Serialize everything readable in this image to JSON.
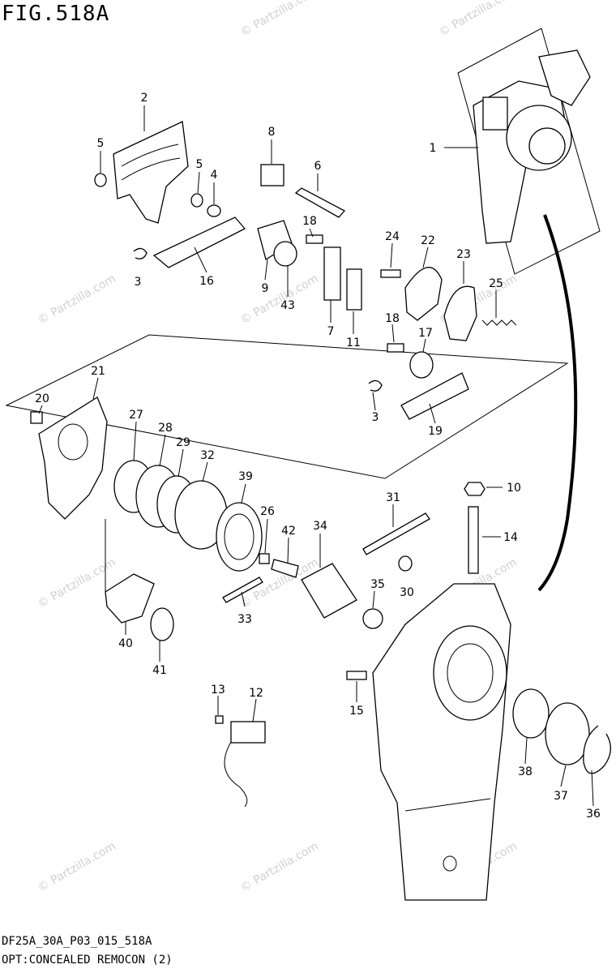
{
  "figure": {
    "title": "FIG.518A",
    "footer_code": "DF25A_30A_P03_015_518A",
    "footer_desc": "OPT:CONCEALED REMOCON (2)"
  },
  "watermark": "© Partzilla.com",
  "callouts": [
    {
      "id": "1",
      "label": "1"
    },
    {
      "id": "2",
      "label": "2"
    },
    {
      "id": "3a",
      "label": "3"
    },
    {
      "id": "3b",
      "label": "3"
    },
    {
      "id": "4",
      "label": "4"
    },
    {
      "id": "5a",
      "label": "5"
    },
    {
      "id": "5b",
      "label": "5"
    },
    {
      "id": "6",
      "label": "6"
    },
    {
      "id": "7",
      "label": "7"
    },
    {
      "id": "8",
      "label": "8"
    },
    {
      "id": "9",
      "label": "9"
    },
    {
      "id": "10",
      "label": "10"
    },
    {
      "id": "11",
      "label": "11"
    },
    {
      "id": "12",
      "label": "12"
    },
    {
      "id": "13",
      "label": "13"
    },
    {
      "id": "14",
      "label": "14"
    },
    {
      "id": "15",
      "label": "15"
    },
    {
      "id": "16",
      "label": "16"
    },
    {
      "id": "17",
      "label": "17"
    },
    {
      "id": "18a",
      "label": "18"
    },
    {
      "id": "18b",
      "label": "18"
    },
    {
      "id": "19",
      "label": "19"
    },
    {
      "id": "20",
      "label": "20"
    },
    {
      "id": "21",
      "label": "21"
    },
    {
      "id": "22",
      "label": "22"
    },
    {
      "id": "23",
      "label": "23"
    },
    {
      "id": "24",
      "label": "24"
    },
    {
      "id": "25",
      "label": "25"
    },
    {
      "id": "26",
      "label": "26"
    },
    {
      "id": "27",
      "label": "27"
    },
    {
      "id": "28",
      "label": "28"
    },
    {
      "id": "29",
      "label": "29"
    },
    {
      "id": "30",
      "label": "30"
    },
    {
      "id": "31",
      "label": "31"
    },
    {
      "id": "32",
      "label": "32"
    },
    {
      "id": "33",
      "label": "33"
    },
    {
      "id": "34",
      "label": "34"
    },
    {
      "id": "35",
      "label": "35"
    },
    {
      "id": "36",
      "label": "36"
    },
    {
      "id": "37",
      "label": "37"
    },
    {
      "id": "38",
      "label": "38"
    },
    {
      "id": "39",
      "label": "39"
    },
    {
      "id": "40",
      "label": "40"
    },
    {
      "id": "41",
      "label": "41"
    },
    {
      "id": "42",
      "label": "42"
    },
    {
      "id": "43",
      "label": "43"
    }
  ]
}
